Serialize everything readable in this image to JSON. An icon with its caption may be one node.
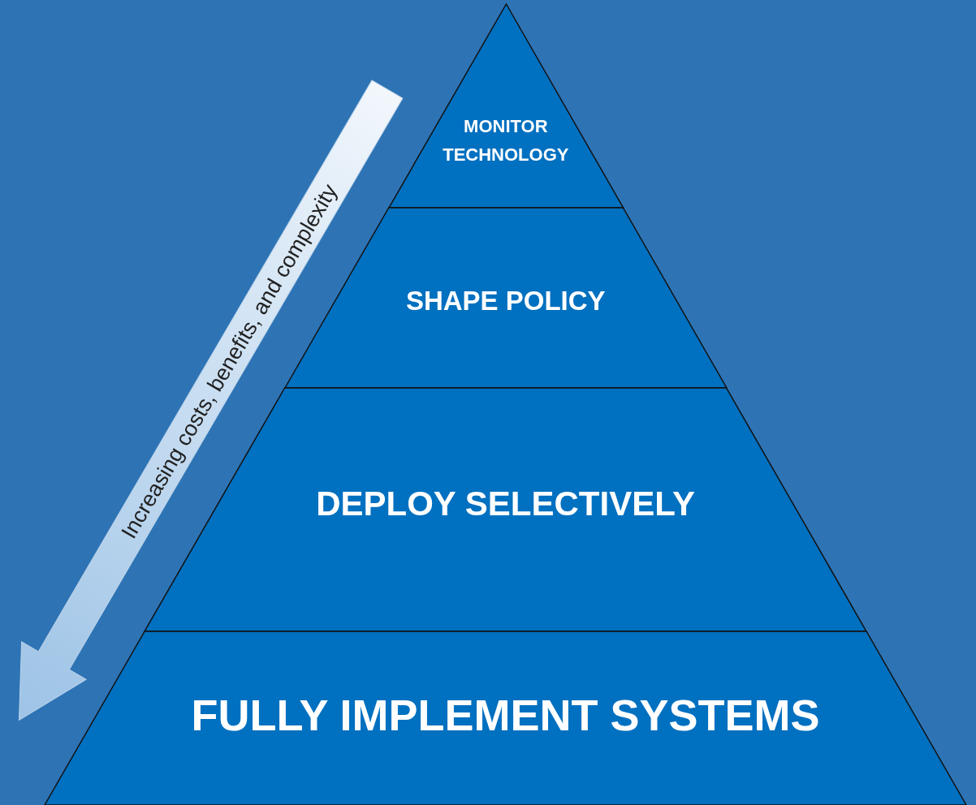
{
  "diagram": {
    "nodes": [
      {
        "text": [
          "MONITOR TECHNOLOGY"
        ]
      },
      {
        "text": [
          "SHAPE POLICY"
        ]
      },
      {
        "text": [
          "DEPLOY SELECTIVELY"
        ]
      },
      {
        "text": [
          "FULLY IMPLEMENT SYSTEMS"
        ]
      }
    ],
    "labels": [
      "Increasing costs, benefits, and complexity"
    ]
  }
}
